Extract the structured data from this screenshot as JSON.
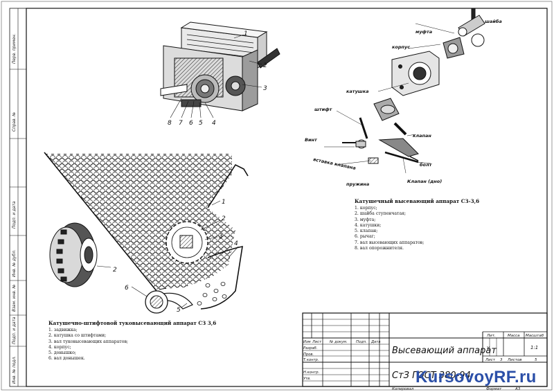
{
  "frame": {
    "side_labels": [
      "Перв. примен.",
      "Справ. №",
      "Подп. и дата",
      "Инв. № дубл.",
      "Взам. инв. №",
      "Подп. и дата",
      "Инв. № подл."
    ]
  },
  "top_left": {
    "callouts": [
      "1",
      "2",
      "3",
      "4",
      "5",
      "6",
      "7",
      "8"
    ]
  },
  "exploded": {
    "labels": {
      "shaiba": "шайба",
      "mufta": "муфта",
      "korpus": "корпус",
      "katushka": "катушка",
      "shtift": "штифт",
      "klapan": "клапан",
      "vint": "Винт",
      "vstavka": "вставка клапана",
      "bolt": "болт",
      "pruzhina": "пружина",
      "klapan_dno": "Клапан (дно)"
    }
  },
  "caption_right": {
    "title": "Катушечный высевающий аппарат СЗ-3,6",
    "items": [
      "1. корпус;",
      "2. шайба ступенчатая;",
      "3. муфта;",
      "4. катушки;",
      "5. клапан;",
      "6. рычаг;",
      "7. вал высевающих аппаратов;",
      "8. вал опорожнителя."
    ]
  },
  "cross_section": {
    "callouts": [
      "1",
      "2",
      "3",
      "4",
      "5",
      "6",
      "2"
    ]
  },
  "caption_left": {
    "title": "Катушечно-штифтовой туковысевающий аппарат СЗ 3,6",
    "items": [
      "1. задвижка;",
      "2. катушка со штифтами;",
      "3. вал туковысевающих аппаратов;",
      "4. корпус;",
      "5. донышко;",
      "6. вал донышек."
    ]
  },
  "title_block": {
    "title": "Высевающий аппарат",
    "designation": "СтЗ ГОСТ 380-94",
    "col_headers": [
      "Изм",
      "Лист",
      "№ докум.",
      "Подп.",
      "Дата"
    ],
    "row_labels": [
      "Разраб.",
      "Пров.",
      "Т.контр.",
      "Н.контр.",
      "Утв."
    ],
    "lit_header": "Лит.",
    "mass_header": "Масса",
    "scale_header": "Масштаб",
    "lit_value": "у",
    "scale_value": "1:1",
    "sheet_label": "Лист",
    "sheet_value": "3",
    "sheets_label": "Листов",
    "sheets_value": "5",
    "copied": "Копировал",
    "format_label": "Формат",
    "format_value": "А3"
  },
  "watermark": {
    "text": "KursovoyRF",
    "tld": ".ru"
  }
}
